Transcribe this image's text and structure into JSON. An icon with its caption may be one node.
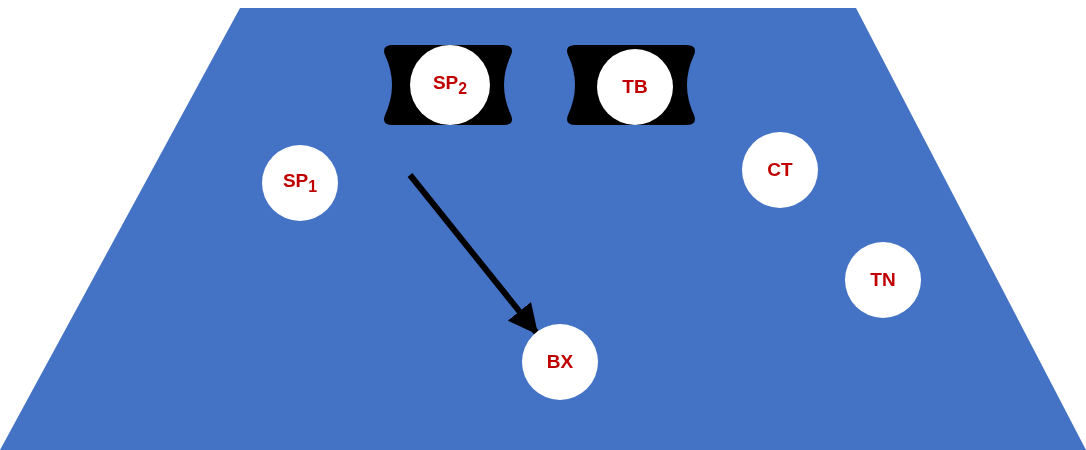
{
  "diagram": {
    "nodes": [
      {
        "text": [
          "SP$_{2}$"
        ]
      },
      {
        "text": [
          "TB"
        ]
      },
      {
        "text": [
          "SP$_{1}$"
        ]
      },
      {
        "text": [
          "CT"
        ]
      },
      {
        "text": [
          "TN"
        ]
      },
      {
        "text": [
          "BX"
        ]
      }
    ],
    "edges": [
      {
        "from": null,
        "to": 5,
        "arrow": "to"
      }
    ]
  }
}
